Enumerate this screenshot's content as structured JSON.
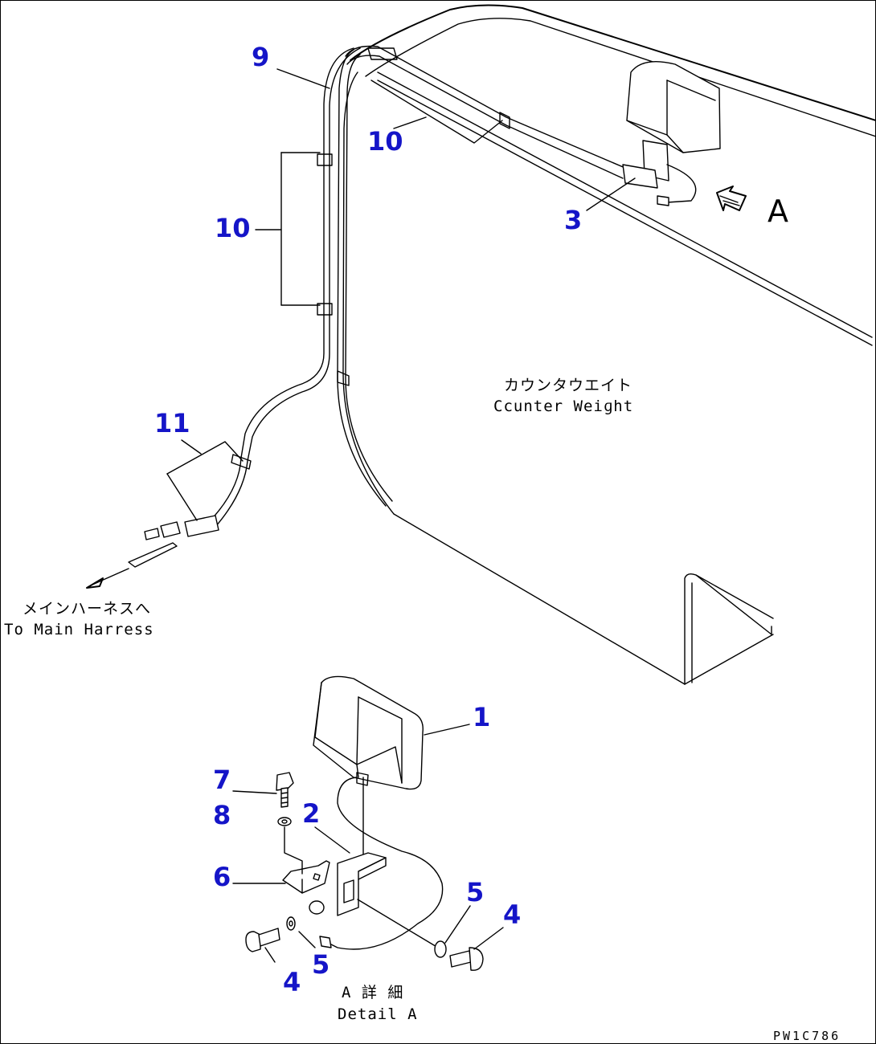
{
  "callouts": {
    "c9": "9",
    "c10_top": "10",
    "c10_left": "10",
    "c3": "3",
    "c11": "11",
    "c1": "1",
    "c7": "7",
    "c8": "8",
    "c2": "2",
    "c6": "6",
    "c5_right": "5",
    "c4_right": "4",
    "c5_bottom": "5",
    "c4_bottom": "4"
  },
  "labels": {
    "counterweight_jp": "カウンタウエイト",
    "counterweight_en": "Ccunter Weiɡht",
    "main_harness_jp": "メインハーネスへ",
    "main_harness_en": "To Main Harress",
    "view_letter": "A",
    "detail_jp": "A 詳 細",
    "detail_en": "Detail A",
    "drawing_ref": "PW1C786"
  },
  "colors": {
    "callout": "#1515c8",
    "line": "#000000",
    "background": "#ffffff"
  }
}
